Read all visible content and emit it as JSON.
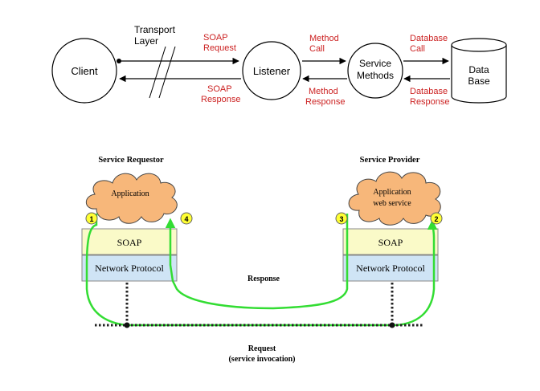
{
  "top_diagram": {
    "client": "Client",
    "transport_layer": [
      "Transport",
      "Layer"
    ],
    "soap_request": [
      "SOAP",
      "Request"
    ],
    "soap_response": [
      "SOAP",
      "Response"
    ],
    "listener": "Listener",
    "method_call": [
      "Method",
      "Call"
    ],
    "method_response": [
      "Method",
      "Response"
    ],
    "service_methods": [
      "Service",
      "Methods"
    ],
    "database_call": [
      "Database",
      "Call"
    ],
    "database_response": [
      "Database",
      "Response"
    ],
    "data_base": [
      "Data",
      "Base"
    ]
  },
  "bottom_diagram": {
    "service_requestor": "Service Requestor",
    "service_provider": "Service Provider",
    "application_left": "Application",
    "application_right": [
      "Application",
      "web service"
    ],
    "soap_left": "SOAP",
    "soap_right": "SOAP",
    "network_left": "Network Protocol",
    "network_right": "Network Protocol",
    "response": "Response",
    "request": [
      "Request",
      "(service invocation)"
    ],
    "steps": [
      "1",
      "4",
      "3",
      "2"
    ]
  },
  "colors": {
    "red_text": "#cc2222",
    "green_line": "#33dd33",
    "cloud_fill": "#f7b77a",
    "soap_fill": "#fafac8",
    "network_fill": "#cfe4f5",
    "step_fill": "#ffff33"
  }
}
